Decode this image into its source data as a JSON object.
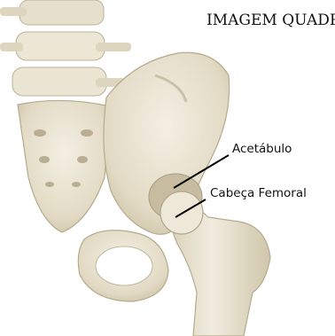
{
  "title": "IMAGEM QUADRIL",
  "labels": {
    "acetabulum": "Acetábulo",
    "femoral_head": "Cabeça Femoral"
  },
  "colors": {
    "bone_light": "#efeadc",
    "bone_mid": "#ddd5bd",
    "bone_shadow": "#b9ae91",
    "background": "#ffffff"
  }
}
